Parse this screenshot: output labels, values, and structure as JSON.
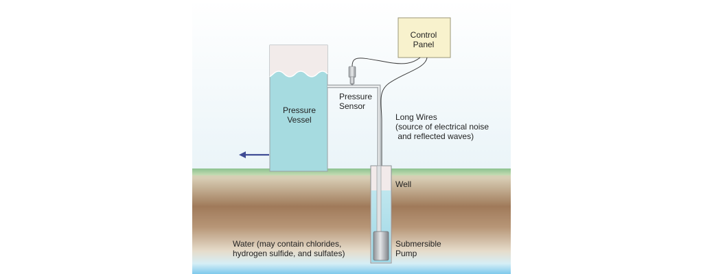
{
  "labels": {
    "control_panel": "Control\nPanel",
    "pressure_vessel": "Pressure\nVessel",
    "pressure_sensor": "Pressure\nSensor",
    "long_wires": "Long Wires\n(source of electrical noise\n and reflected waves)",
    "well": "Well",
    "water": "Water (may contain chlorides,\nhydrogen sulfide, and sulfates)",
    "submersible_pump": "Submersible\nPump"
  },
  "icons": {
    "flow_arrow": "arrow-left-icon",
    "waves": "water-wave-icon"
  },
  "colors": {
    "sky": "#eaf4f8",
    "grass": "#8cc28f",
    "soil": "#a07a5a",
    "groundwater": "#7ec9ec",
    "vessel_water": "#a6dbe0",
    "vessel_air": "#f2ebea",
    "panel_fill": "#f8f2cd",
    "arrow": "#3e4b94",
    "pipe": "#bfc3c6",
    "wire": "#3a3a3a"
  }
}
